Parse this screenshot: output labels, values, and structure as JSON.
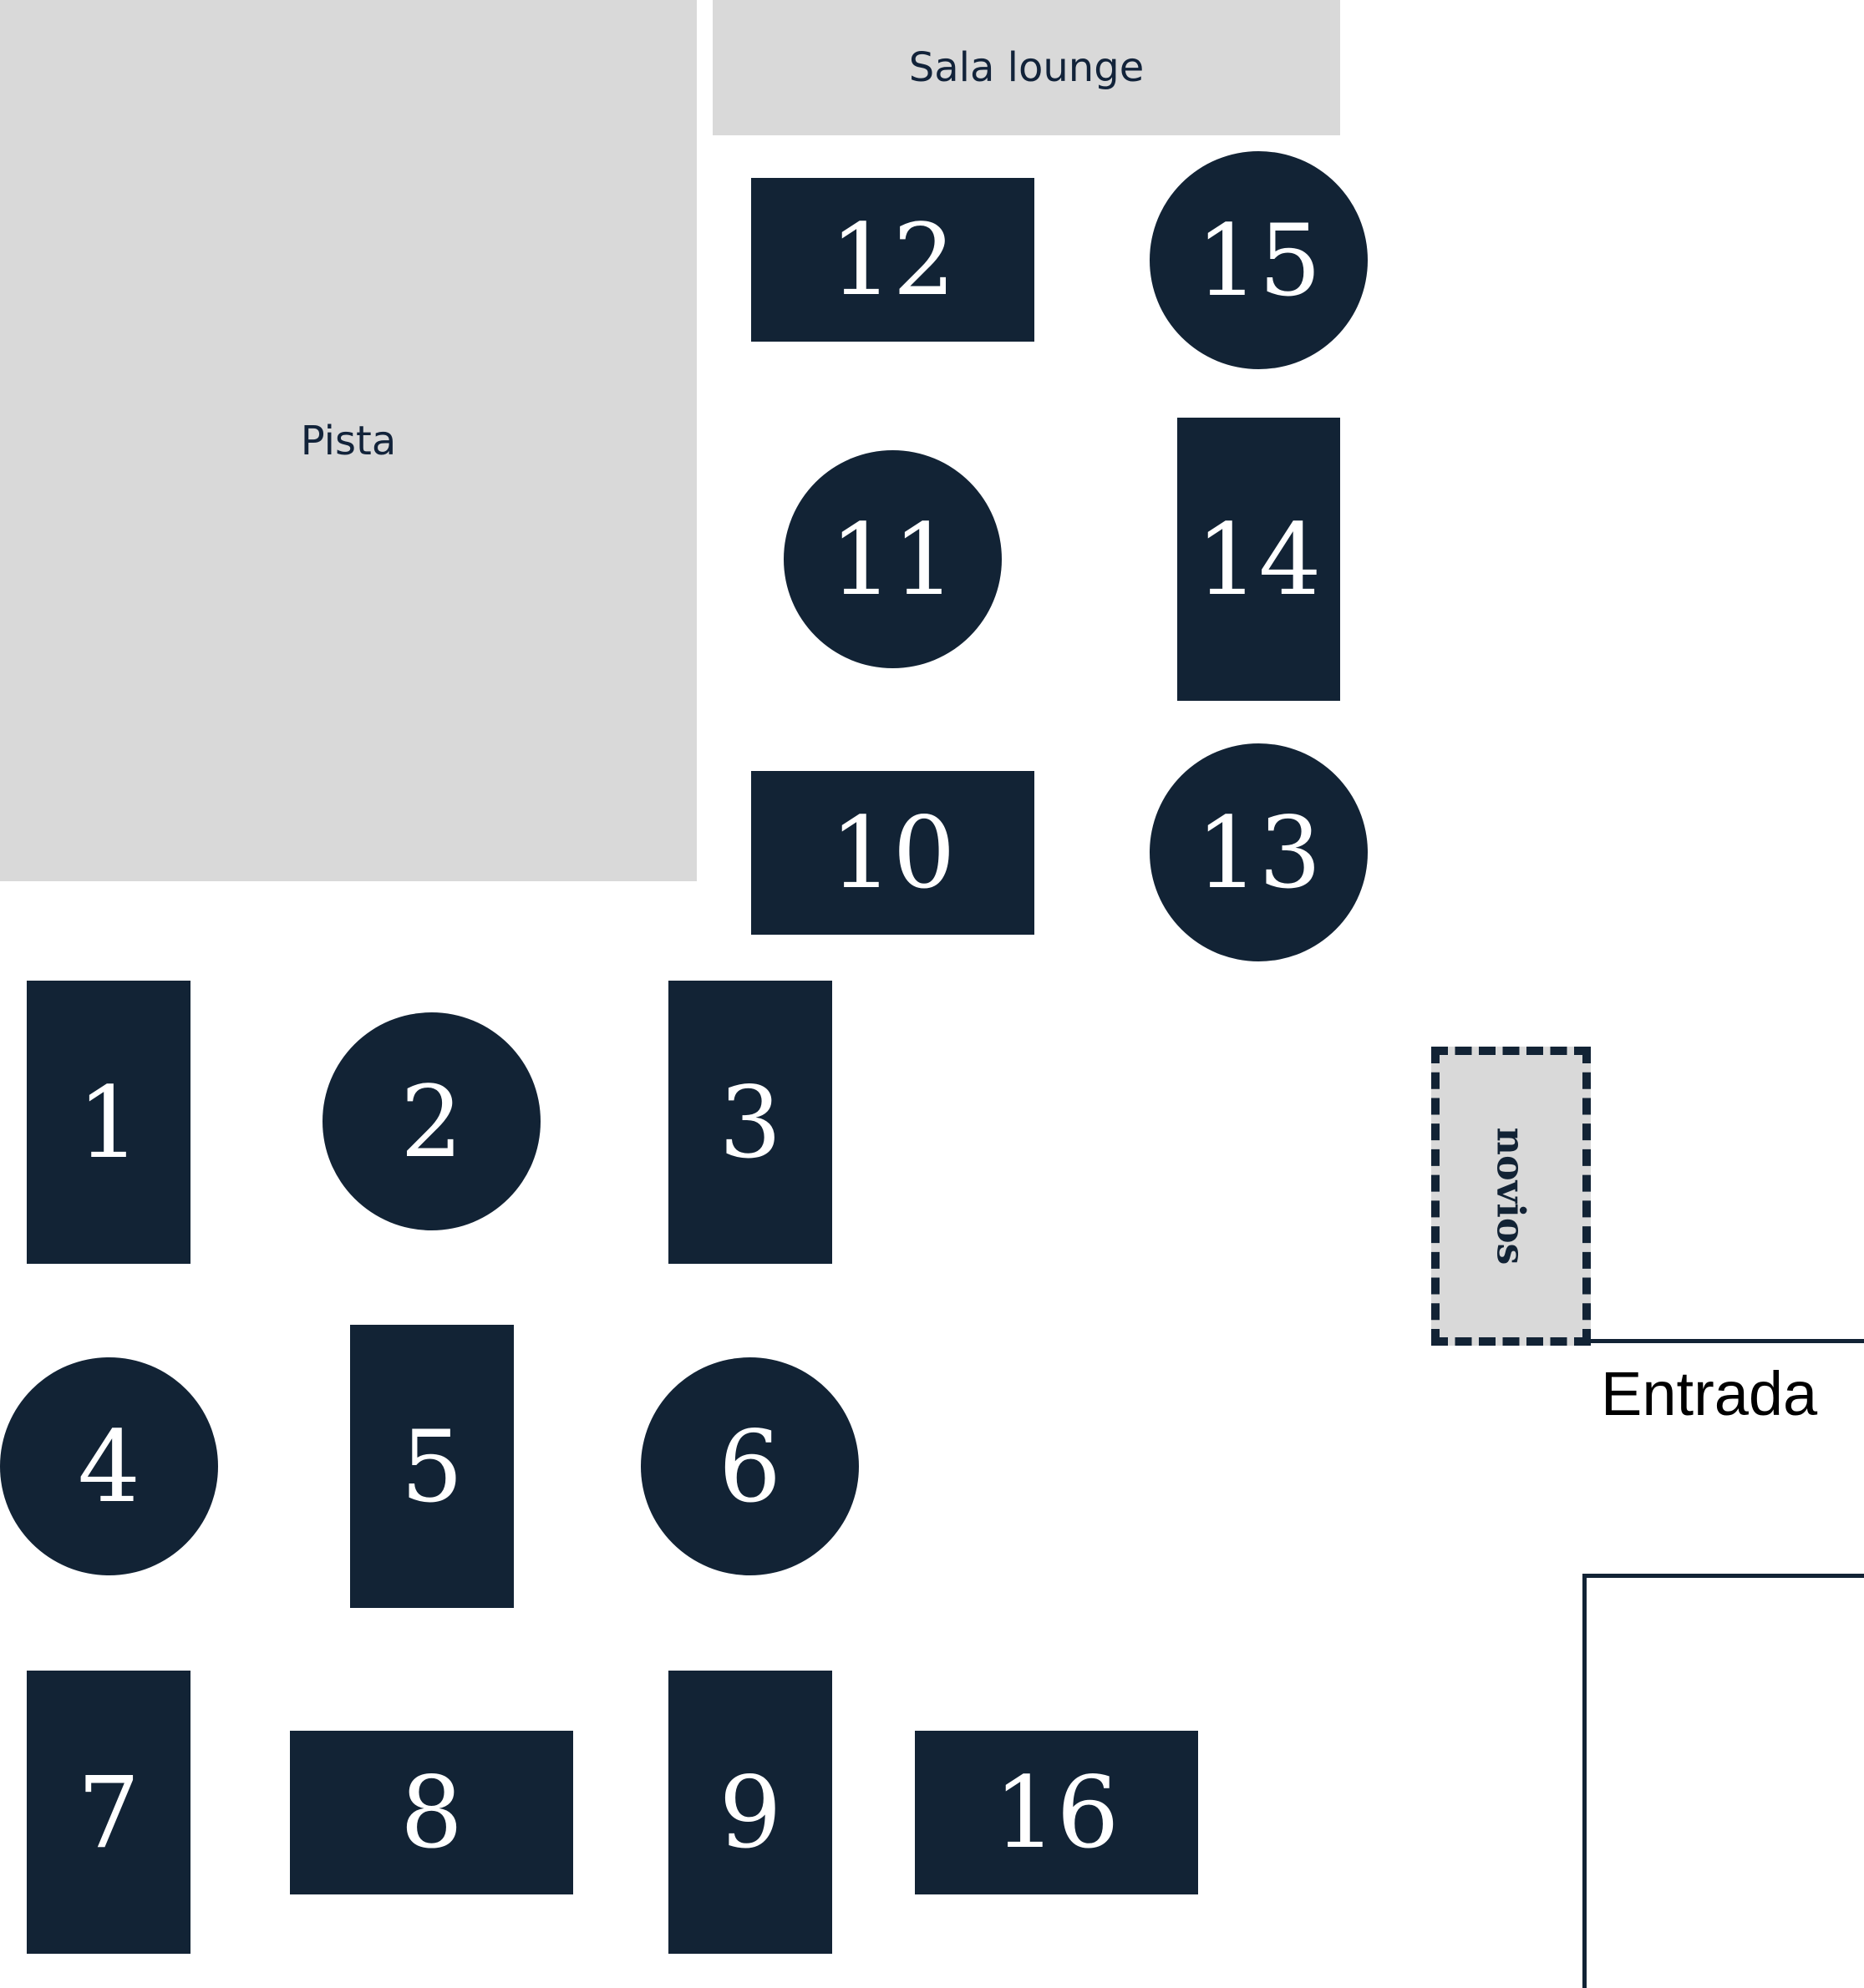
{
  "areas": {
    "pista": "Pista",
    "sala_lounge": "Sala lounge"
  },
  "tables": {
    "t1": "1",
    "t2": "2",
    "t3": "3",
    "t4": "4",
    "t5": "5",
    "t6": "6",
    "t7": "7",
    "t8": "8",
    "t9": "9",
    "t10": "10",
    "t11": "11",
    "t12": "12",
    "t13": "13",
    "t14": "14",
    "t15": "15",
    "t16": "16"
  },
  "novios": "novios",
  "entrada": "Entrada",
  "colors": {
    "table": "#122335",
    "area": "#d9d9d9",
    "text_light": "#ffffff"
  }
}
